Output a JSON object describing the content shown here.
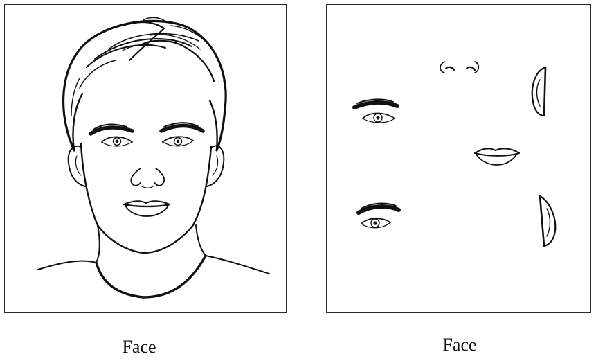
{
  "captions": {
    "left": "Face",
    "right": "Face"
  },
  "colors": {
    "ink": "#111111",
    "frame": "#2b2b2b",
    "background": "#ffffff"
  },
  "panels": {
    "left": {
      "content": "complete-face-line-drawing"
    },
    "right": {
      "content": "scrambled-face-features",
      "features": [
        "nose",
        "right-ear",
        "left-eye",
        "mouth",
        "right-eye",
        "left-ear"
      ]
    }
  }
}
